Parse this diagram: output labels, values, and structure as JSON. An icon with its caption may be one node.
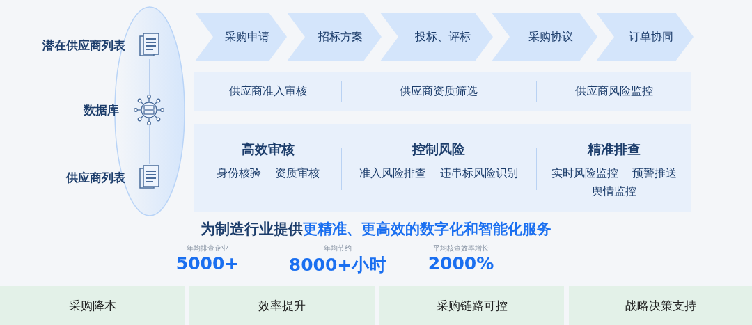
{
  "diagram": {
    "nodes": [
      {
        "text": [
          "潜在供应商列表"
        ]
      },
      {
        "text": [
          "数据库"
        ]
      },
      {
        "text": [
          "供应商列表"
        ]
      },
      {
        "text": [
          "采购申请"
        ]
      },
      {
        "text": [
          "招标方案"
        ]
      },
      {
        "text": [
          "投标、评标"
        ]
      },
      {
        "text": [
          "采购协议"
        ]
      },
      {
        "text": [
          "订单协同"
        ]
      },
      {
        "text": [],
        "shape": "box"
      },
      {
        "text": [
          "供应商准入审核"
        ],
        "in": 8
      },
      {
        "text": [
          "供应商资质筛选"
        ],
        "in": 8
      },
      {
        "text": [
          "供应商风险监控"
        ],
        "in": 8
      },
      {
        "text": [],
        "shape": "box"
      },
      {
        "text": [
          "高效审核",
          "身份核验",
          "资质审核"
        ],
        "in": 12
      },
      {
        "text": [
          "控制风险",
          "准入风险排查",
          "违串标风险识别"
        ],
        "in": 12
      },
      {
        "text": [
          "精准排查",
          "实时风险监控",
          "预警推送",
          "舆情监控"
        ],
        "in": 12
      },
      {
        "text": [
          "采购降本"
        ]
      },
      {
        "text": [
          "效率提升"
        ]
      },
      {
        "text": [
          "采购链路可控"
        ]
      },
      {
        "text": [
          "战略决策支持"
        ]
      }
    ],
    "edges": [
      {
        "from": 0,
        "to": 1,
        "arrow": "none"
      },
      {
        "from": 1,
        "to": 2,
        "arrow": "none"
      }
    ],
    "labels": [
      "为制造行业提供",
      "更精准、更高效的数字化和智能化服务",
      "年均排查企业",
      "5000+",
      "年均节约",
      "8000+小时",
      "平均核查效率增长",
      "2000%"
    ]
  }
}
